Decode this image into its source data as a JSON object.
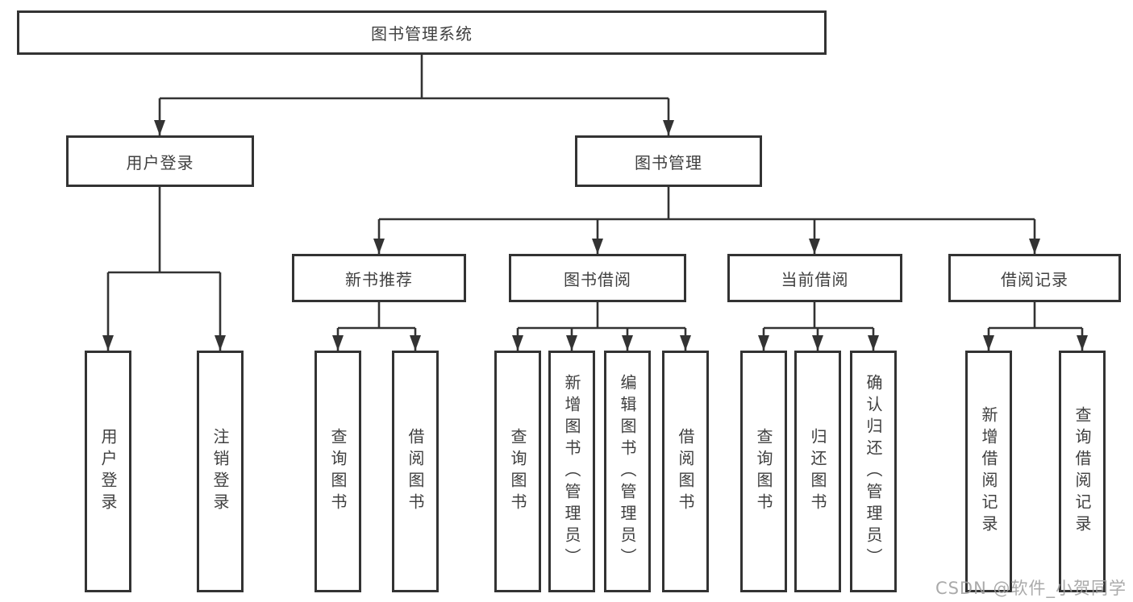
{
  "tree": {
    "label": "图书管理系统",
    "children": [
      {
        "label": "用户登录",
        "children": [
          {
            "label": "用户登录"
          },
          {
            "label": "注销登录"
          }
        ]
      },
      {
        "label": "图书管理",
        "children": [
          {
            "label": "新书推荐",
            "children": [
              {
                "label": "查询图书"
              },
              {
                "label": "借阅图书"
              }
            ]
          },
          {
            "label": "图书借阅",
            "children": [
              {
                "label": "查询图书"
              },
              {
                "label": "新增图书（管理员）"
              },
              {
                "label": "编辑图书（管理员）"
              },
              {
                "label": "借阅图书"
              }
            ]
          },
          {
            "label": "当前借阅",
            "children": [
              {
                "label": "查询图书"
              },
              {
                "label": "归还图书"
              },
              {
                "label": "确认归还（管理员）"
              }
            ]
          },
          {
            "label": "借阅记录",
            "children": [
              {
                "label": "新增借阅记录"
              },
              {
                "label": "查询借阅记录"
              }
            ]
          }
        ]
      }
    ]
  },
  "colors": {
    "line": "#333333",
    "box_border": "#333333",
    "box_fill": "#ffffff",
    "text": "#404040",
    "watermark": "#9e9e9e"
  },
  "watermark": {
    "text": "CSDN @软件_小贺同学"
  }
}
